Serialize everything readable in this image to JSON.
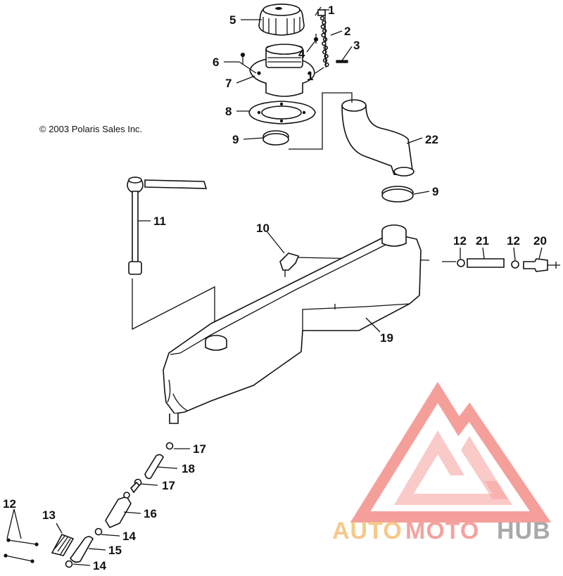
{
  "copyright": "© 2003 Polaris Sales Inc.",
  "callouts": [
    {
      "id": "c1a",
      "text": "1"
    },
    {
      "id": "c2",
      "text": "2"
    },
    {
      "id": "c3",
      "text": "3"
    },
    {
      "id": "c4",
      "text": "4"
    },
    {
      "id": "c1b",
      "text": "1"
    },
    {
      "id": "c5",
      "text": "5"
    },
    {
      "id": "c6",
      "text": "6"
    },
    {
      "id": "c7",
      "text": "7"
    },
    {
      "id": "c8",
      "text": "8"
    },
    {
      "id": "c9a",
      "text": "9"
    },
    {
      "id": "c22",
      "text": "22"
    },
    {
      "id": "c9b",
      "text": "9"
    },
    {
      "id": "c11",
      "text": "11"
    },
    {
      "id": "c10",
      "text": "10"
    },
    {
      "id": "c12a",
      "text": "12"
    },
    {
      "id": "c21",
      "text": "21"
    },
    {
      "id": "c12b",
      "text": "12"
    },
    {
      "id": "c20",
      "text": "20"
    },
    {
      "id": "c19",
      "text": "19"
    },
    {
      "id": "c17a",
      "text": "17"
    },
    {
      "id": "c18",
      "text": "18"
    },
    {
      "id": "c17b",
      "text": "17"
    },
    {
      "id": "c16",
      "text": "16"
    },
    {
      "id": "c12c",
      "text": "12"
    },
    {
      "id": "c13",
      "text": "13"
    },
    {
      "id": "c14a",
      "text": "14"
    },
    {
      "id": "c15",
      "text": "15"
    },
    {
      "id": "c14b",
      "text": "14"
    }
  ],
  "watermark": {
    "part1": "AUTO",
    "part2": "MOTO",
    "part3": "HUB",
    "color_auto": "#f6c98a",
    "color_moto": "#f4a3a0",
    "color_hub": "#a9a9a9",
    "logo_color": "#f27f7a"
  }
}
